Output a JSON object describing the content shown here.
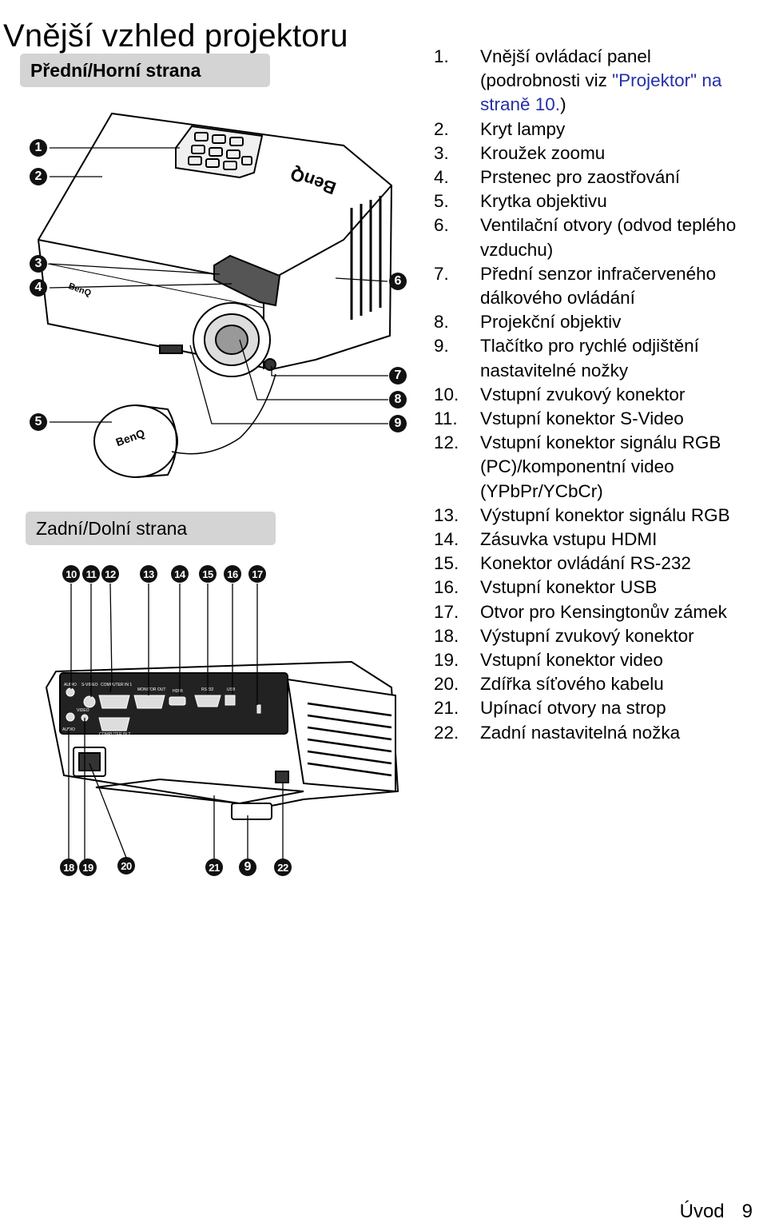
{
  "page_title": "Vnější vzhled projektoru",
  "sections": {
    "front": "Přední/Horní strana",
    "back": "Zadní/Dolní strana"
  },
  "figure_front": {
    "logo": "BenQ",
    "callouts": [
      "1",
      "2",
      "3",
      "4",
      "5",
      "6",
      "7",
      "8",
      "9"
    ]
  },
  "figure_back": {
    "callouts_top": [
      "10",
      "11",
      "12",
      "13",
      "14",
      "15",
      "16",
      "17"
    ],
    "callouts_bottom": [
      "18",
      "19",
      "20",
      "21",
      "9",
      "22"
    ],
    "port_labels": [
      "AUDIO",
      "S-VIDEO",
      "COMPUTER IN 1",
      "MONITOR OUT",
      "HDMI",
      "RS232",
      "USB",
      "COMPUTER IN 2",
      "VIDEO",
      "AUDIO"
    ]
  },
  "parts": [
    {
      "num": "1.",
      "text": "Vnější ovládací panel",
      "text2": "(podrobnosti viz ",
      "link": "\"Projektor\" na straně 10.",
      "text3": ")"
    },
    {
      "num": "2.",
      "text": "Kryt lampy"
    },
    {
      "num": "3.",
      "text": "Kroužek zoomu"
    },
    {
      "num": "4.",
      "text": "Prstenec pro zaostřování"
    },
    {
      "num": "5.",
      "text": "Krytka objektivu"
    },
    {
      "num": "6.",
      "text": "Ventilační otvory (odvod teplého vzduchu)"
    },
    {
      "num": "7.",
      "text": "Přední senzor infračerveného dálkového ovládání"
    },
    {
      "num": "8.",
      "text": "Projekční objektiv"
    },
    {
      "num": "9.",
      "text": "Tlačítko pro rychlé odjištění nastavitelné nožky"
    },
    {
      "num": "10.",
      "text": "Vstupní zvukový konektor"
    },
    {
      "num": "11.",
      "text": "Vstupní konektor S-Video"
    },
    {
      "num": "12.",
      "text": "Vstupní konektor signálu RGB (PC)/komponentní video (YPbPr/YCbCr)"
    },
    {
      "num": "13.",
      "text": "Výstupní konektor signálu RGB"
    },
    {
      "num": "14.",
      "text": "Zásuvka vstupu HDMI"
    },
    {
      "num": "15.",
      "text": "Konektor ovládání RS-232"
    },
    {
      "num": "16.",
      "text": "Vstupní konektor USB"
    },
    {
      "num": "17.",
      "text": "Otvor pro Kensingtonův zámek"
    },
    {
      "num": "18.",
      "text": "Výstupní zvukový konektor"
    },
    {
      "num": "19.",
      "text": "Vstupní konektor video"
    },
    {
      "num": "20.",
      "text": "Zdířka síťového kabelu"
    },
    {
      "num": "21.",
      "text": "Upínací otvory na strop"
    },
    {
      "num": "22.",
      "text": "Zadní nastavitelná nožka"
    }
  ],
  "footer": {
    "section": "Úvod",
    "page": "9"
  }
}
